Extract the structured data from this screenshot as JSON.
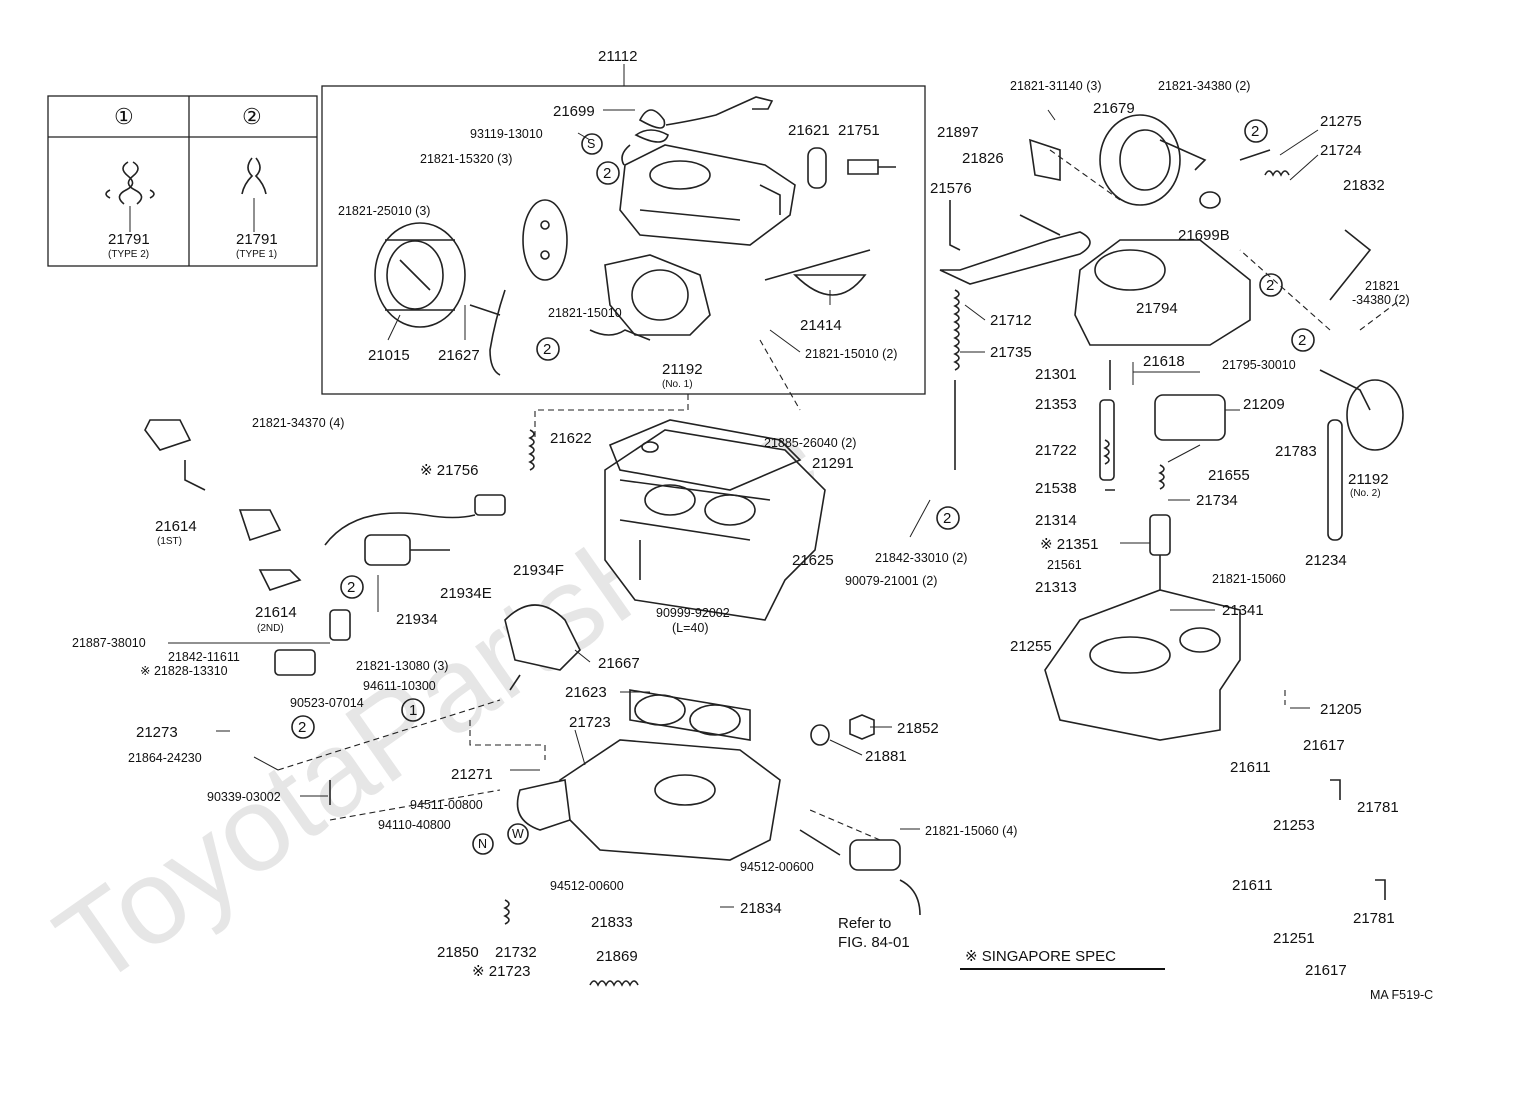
{
  "watermark": "ToyotaPartsHere",
  "diagram_code": "MA F519-C",
  "singapore_note": "※ SINGAPORE SPEC",
  "refer_note": [
    "Refer to",
    "FIG. 84-01"
  ],
  "inset": {
    "headers": [
      "①",
      "②"
    ],
    "labels": [
      "21791",
      "21791"
    ],
    "types": [
      "(TYPE 2)",
      "(TYPE 1)"
    ]
  },
  "callouts": {
    "n_marker": "N",
    "w_marker": "W",
    "s_marker": "S",
    "c1": "1",
    "c2": "2"
  },
  "labels": [
    "21112",
    "21699",
    "93119-13010",
    "21621",
    "21751",
    "21821-15320 (3)",
    "21821-25010 (3)",
    "21821-15010",
    "21414",
    "21015",
    "21627",
    "21821-15010 (2)",
    "21192",
    "(No. 1)",
    "21821-31140 (3)",
    "21821-34380 (2)",
    "21679",
    "21275",
    "21897",
    "21826",
    "21724",
    "21832",
    "21576",
    "21699B",
    "21794",
    "21821",
    "-34380 (2)",
    "21712",
    "21735",
    "21618",
    "21795-30010",
    "21301",
    "21353",
    "21209",
    "21722",
    "21783",
    "21655",
    "21538",
    "21734",
    "21192",
    "(No. 2)",
    "21314",
    "※ 21351",
    "21561",
    "21821-15060",
    "21313",
    "21234",
    "21341",
    "21255",
    "21205",
    "21611",
    "21617",
    "21781",
    "21253",
    "21611",
    "21251",
    "21617",
    "21781",
    "21821-34370 (4)",
    "21622",
    "21885-26040 (2)",
    "※ 21756",
    "21291",
    "21614",
    "(1ST)",
    "21934F",
    "21625",
    "21842-33010 (2)",
    "21934E",
    "90079-21001 (2)",
    "21614",
    "(2ND)",
    "21934",
    "90999-92002",
    "(L=40)",
    "21887-38010",
    "21842-11611",
    "※ 21828-13310",
    "21821-13080 (3)",
    "21667",
    "94611-10300",
    "90523-07014",
    "21623",
    "21273",
    "21723",
    "21852",
    "21864-24230",
    "21881",
    "21271",
    "90339-03002",
    "94511-00800",
    "94110-40800",
    "21821-15060 (4)",
    "94512-00600",
    "94512-00600",
    "21834",
    "21833",
    "21850",
    "21732",
    "※ 21723",
    "21869"
  ]
}
